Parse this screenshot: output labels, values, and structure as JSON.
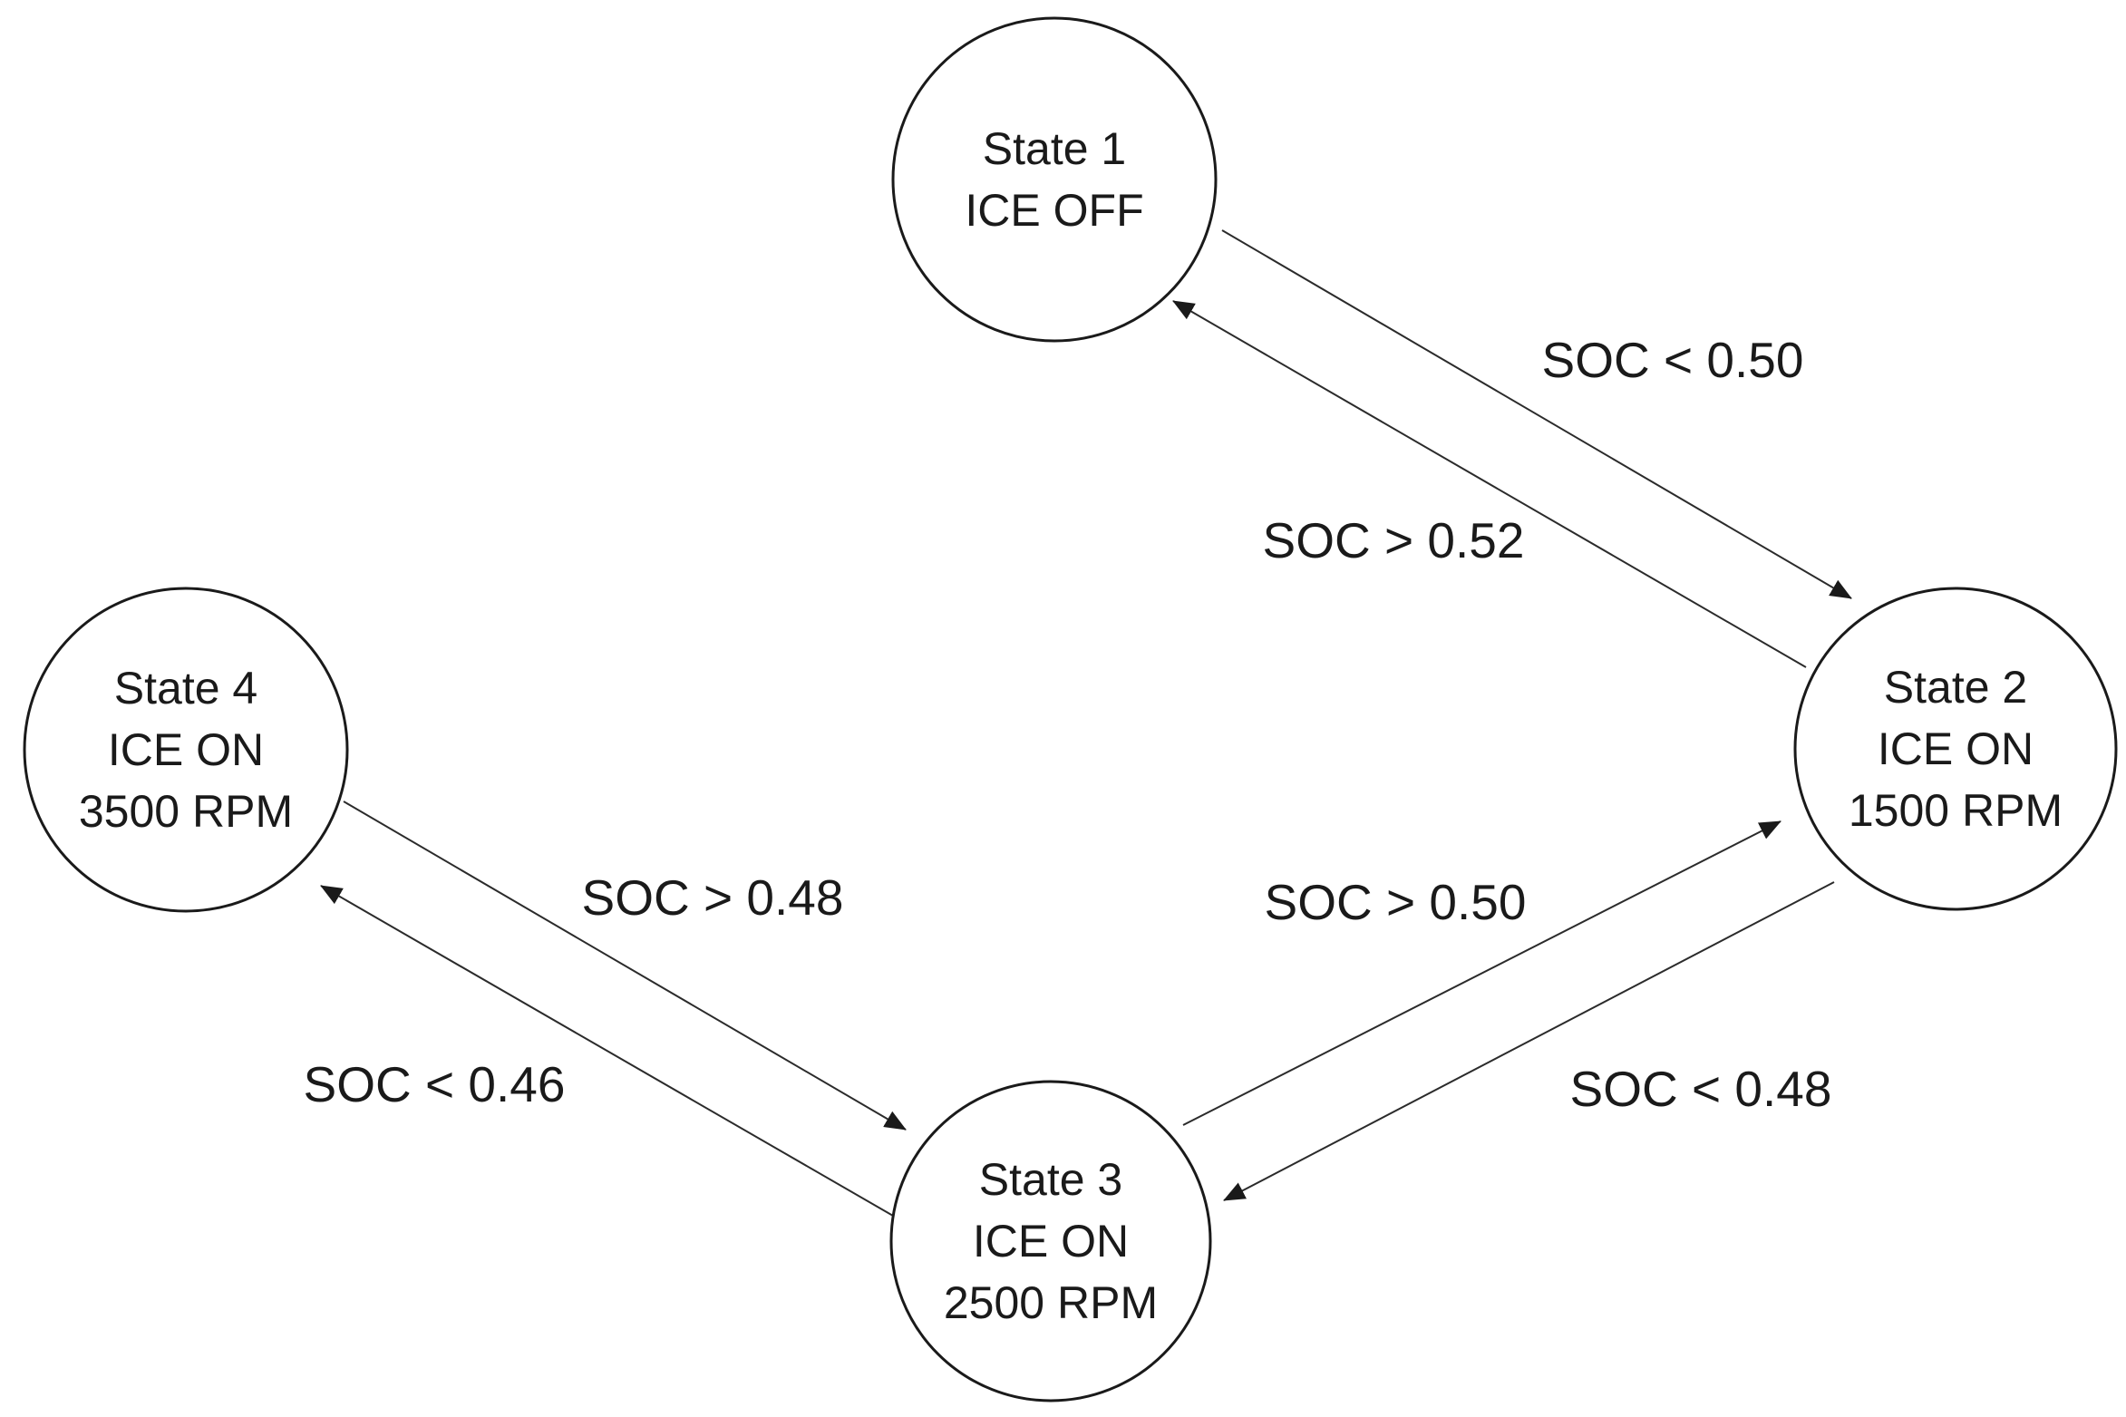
{
  "diagram": {
    "type": "state-machine",
    "background_color": "#ffffff",
    "line_color": "#1a1a1a",
    "nodes": [
      {
        "id": "state-1",
        "lines": [
          "State 1",
          "ICE OFF"
        ]
      },
      {
        "id": "state-2",
        "lines": [
          "State 2",
          "ICE ON",
          "1500 RPM"
        ]
      },
      {
        "id": "state-3",
        "lines": [
          "State 3",
          "ICE ON",
          "2500 RPM"
        ]
      },
      {
        "id": "state-4",
        "lines": [
          "State 4",
          "ICE ON",
          "3500 RPM"
        ]
      }
    ],
    "transitions": [
      {
        "from": "State 1",
        "to": "State 2",
        "label": "SOC < 0.50"
      },
      {
        "from": "State 2",
        "to": "State 1",
        "label": "SOC > 0.52"
      },
      {
        "from": "State 3",
        "to": "State 2",
        "label": "SOC > 0.50"
      },
      {
        "from": "State 2",
        "to": "State 3",
        "label": "SOC < 0.48"
      },
      {
        "from": "State 4",
        "to": "State 3",
        "label": "SOC > 0.48"
      },
      {
        "from": "State 3",
        "to": "State 4",
        "label": "SOC < 0.46"
      }
    ]
  }
}
